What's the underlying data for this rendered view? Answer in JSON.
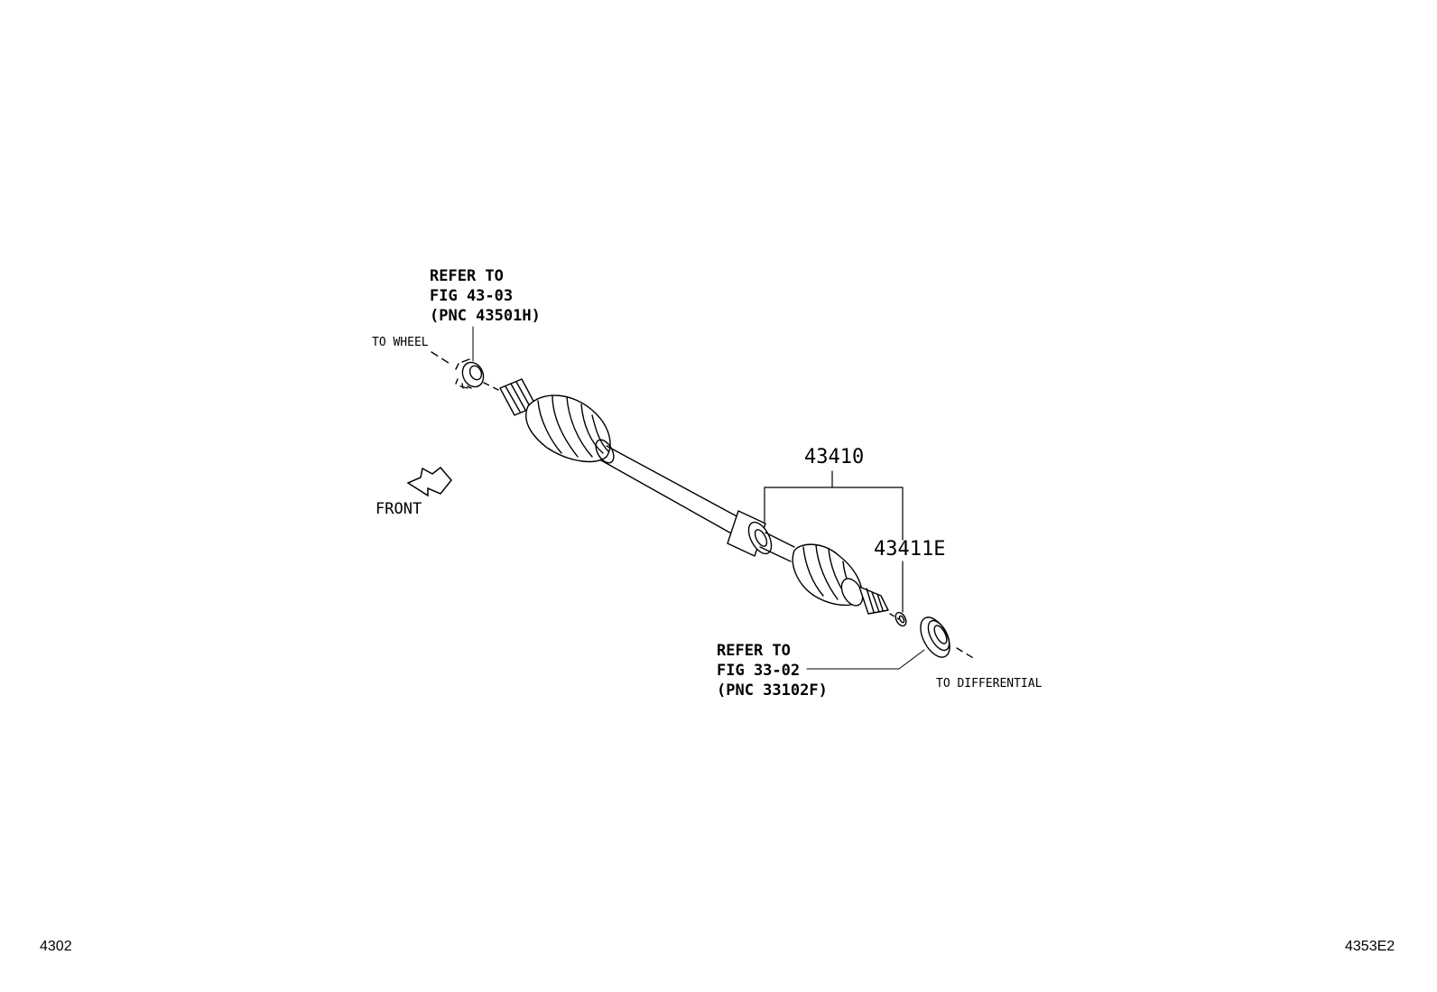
{
  "refer_wheel": {
    "line1": "REFER TO",
    "line2": "FIG 43-03",
    "line3": "(PNC 43501H)"
  },
  "to_wheel": "TO WHEEL",
  "front": "FRONT",
  "part_43410": "43410",
  "part_43411e": "43411E",
  "refer_diff": {
    "line1": "REFER TO",
    "line2": "FIG 33-02",
    "line3": "(PNC 33102F)"
  },
  "to_differential": "TO DIFFERENTIAL",
  "figure_number": "4302",
  "illustration_code": "4353E2",
  "colors": {
    "line": "#000000",
    "background": "#ffffff"
  }
}
